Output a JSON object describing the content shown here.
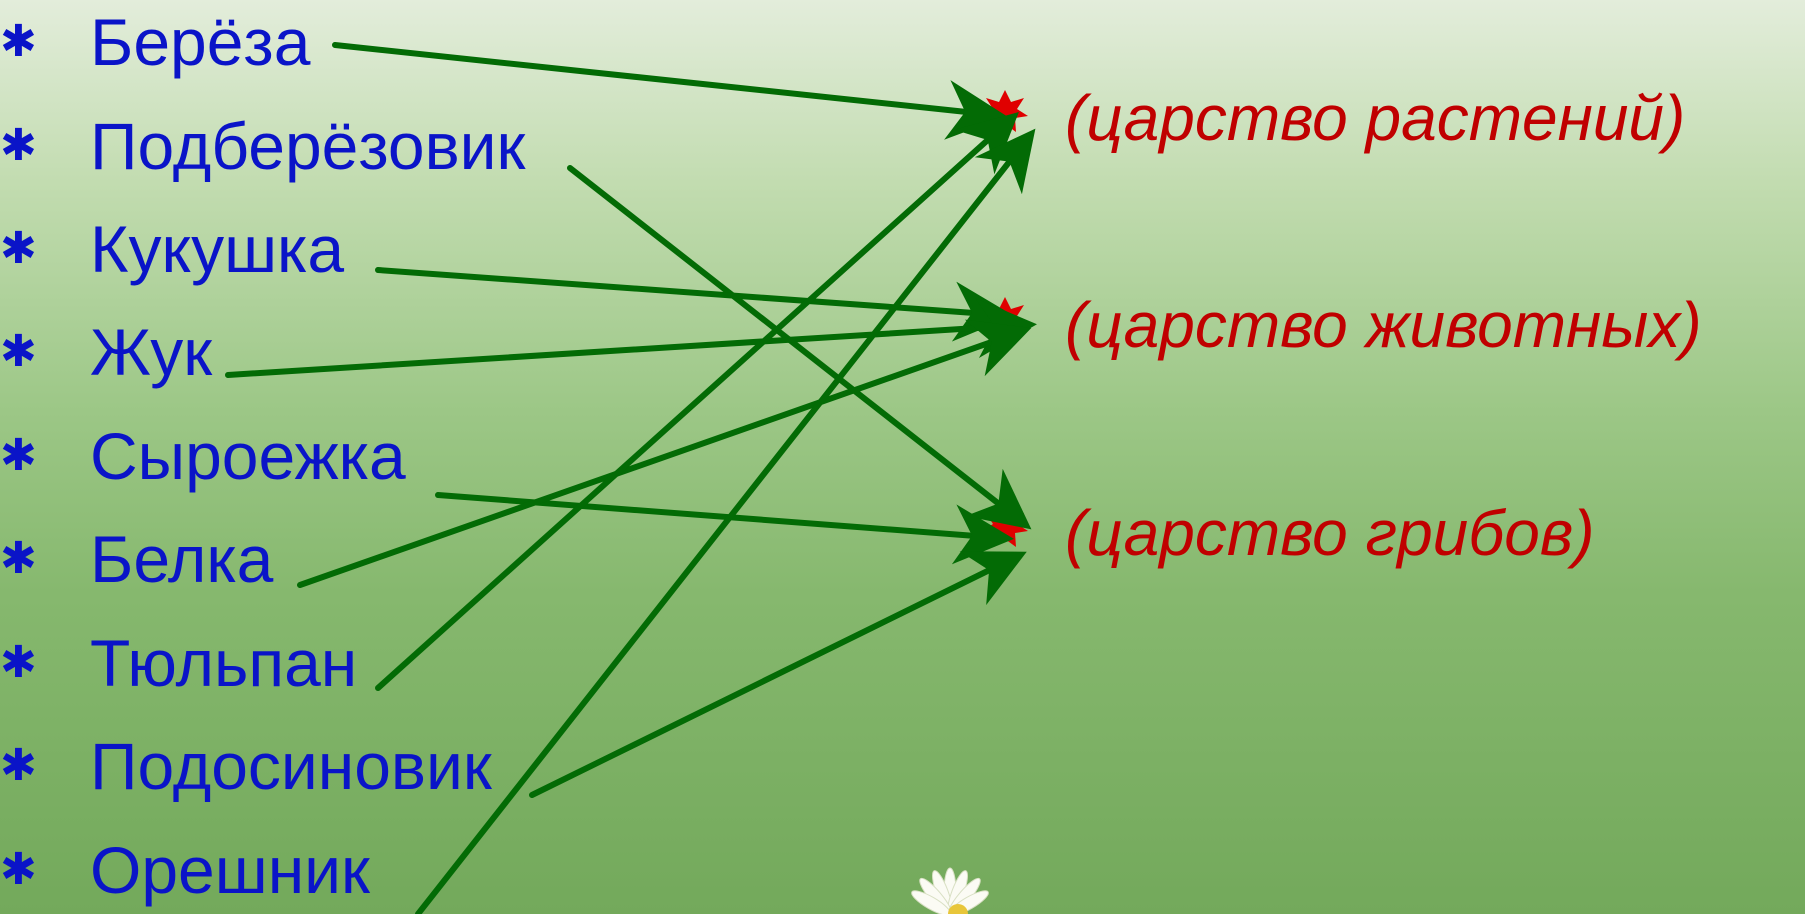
{
  "organisms": [
    {
      "label": "Берёза"
    },
    {
      "label": "Подберёзовик"
    },
    {
      "label": "Кукушка"
    },
    {
      "label": "Жук"
    },
    {
      "label": "Сыроежка"
    },
    {
      "label": "Белка"
    },
    {
      "label": "Тюльпан"
    },
    {
      "label": "Подосиновик"
    },
    {
      "label": "Орешник"
    }
  ],
  "kingdoms": [
    {
      "label": "(царство растений)"
    },
    {
      "label": "(царство животных)"
    },
    {
      "label": "(царство грибов)"
    }
  ],
  "bullet_symbol": "✱",
  "colors": {
    "organism_text": "#0a14c8",
    "kingdom_text": "#c00000",
    "arrow": "#036b05",
    "kingdom_star": "#e00000"
  },
  "connections": [
    {
      "from": "Берёза",
      "to": "(царство растений)"
    },
    {
      "from": "Подберёзовик",
      "to": "(царство грибов)"
    },
    {
      "from": "Кукушка",
      "to": "(царство животных)"
    },
    {
      "from": "Жук",
      "to": "(царство животных)"
    },
    {
      "from": "Сыроежка",
      "to": "(царство грибов)"
    },
    {
      "from": "Белка",
      "to": "(царство животных)"
    },
    {
      "from": "Тюльпан",
      "to": "(царство растений)"
    },
    {
      "from": "Подосиновик",
      "to": "(царство грибов)"
    },
    {
      "from": "Орешник",
      "to": "(царство растений)"
    }
  ]
}
